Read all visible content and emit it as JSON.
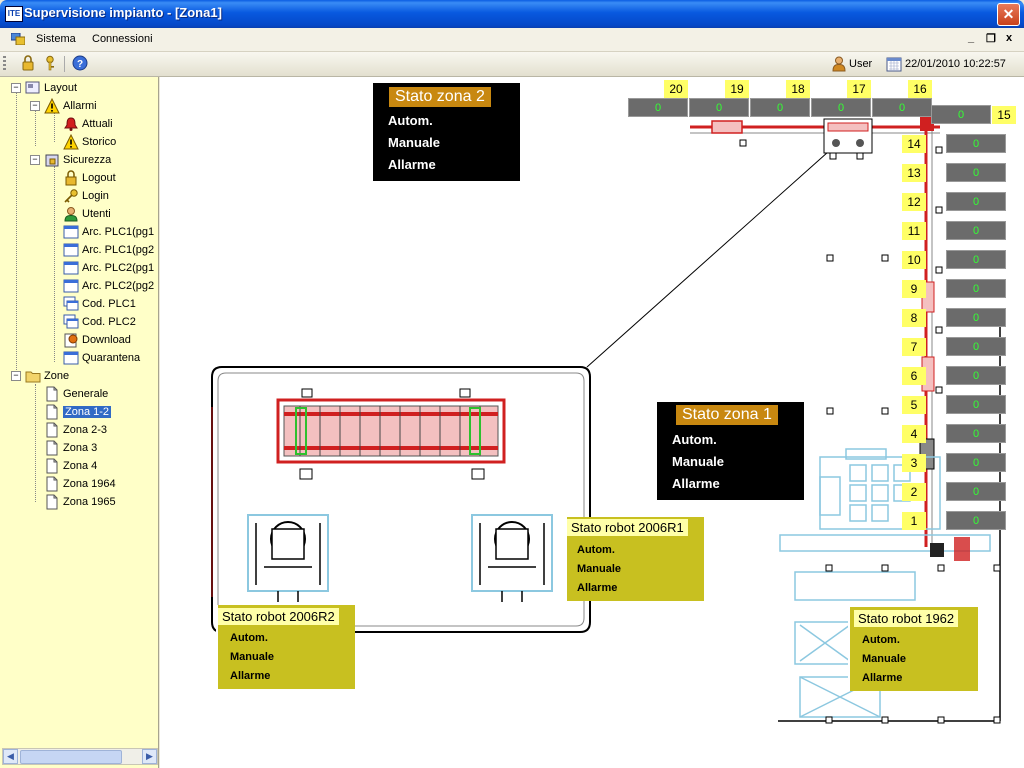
{
  "window": {
    "title": "Supervisione impianto - [Zona1]",
    "app_icon_text": "ITE"
  },
  "menu": {
    "items": [
      "Sistema",
      "Connessioni"
    ],
    "mdi_buttons": [
      "_",
      "❐",
      "x"
    ]
  },
  "toolbar": {
    "user_label": "User",
    "datetime": "22/01/2010 10:22:57"
  },
  "tree": {
    "layout": "Layout",
    "allarmi": "Allarmi",
    "attuali": "Attuali",
    "storico": "Storico",
    "sicurezza": "Sicurezza",
    "logout": "Logout",
    "login": "Login",
    "utenti": "Utenti",
    "arc1": "Arc. PLC1(pg1",
    "arc2": "Arc. PLC1(pg2",
    "arc3": "Arc. PLC2(pg1",
    "arc4": "Arc. PLC2(pg2",
    "cod1": "Cod. PLC1",
    "cod2": "Cod. PLC2",
    "download": "Download",
    "quarantena": "Quarantena",
    "zone": "Zone",
    "generale": "Generale",
    "z12": "Zona 1-2",
    "z23": "Zona 2-3",
    "z3": "Zona 3",
    "z4": "Zona 4",
    "z1964": "Zona 1964",
    "z1965": "Zona 1965"
  },
  "zona2": {
    "title": "Stato zona 2",
    "l1": "Autom.",
    "l2": "Manuale",
    "l3": "Allarme"
  },
  "zona1": {
    "title": "Stato zona 1",
    "l1": "Autom.",
    "l2": "Manuale",
    "l3": "Allarme"
  },
  "r2006R1": {
    "title": "Stato robot 2006R1",
    "l1": "Autom.",
    "l2": "Manuale",
    "l3": "Allarme"
  },
  "r2006R2": {
    "title": "Stato robot 2006R2",
    "l1": "Autom.",
    "l2": "Manuale",
    "l3": "Allarme"
  },
  "r1962": {
    "title": "Stato robot 1962",
    "l1": "Autom.",
    "l2": "Manuale",
    "l3": "Allarme"
  },
  "stations": {
    "top": [
      "20",
      "19",
      "18",
      "17",
      "16",
      "15"
    ],
    "side": [
      "14",
      "13",
      "12",
      "11",
      "10",
      "9",
      "8",
      "7",
      "6",
      "5",
      "4",
      "3",
      "2",
      "1"
    ]
  },
  "counters": {
    "top": [
      "0",
      "0",
      "0",
      "0",
      "0",
      "0"
    ],
    "side": [
      "0",
      "0",
      "0",
      "0",
      "0",
      "0",
      "0",
      "0",
      "0",
      "0",
      "0",
      "0",
      "0"
    ]
  },
  "colors": {
    "conveyor": "#d02020",
    "equipment": "#8cc8e0",
    "counter_text": "#33ff33"
  }
}
